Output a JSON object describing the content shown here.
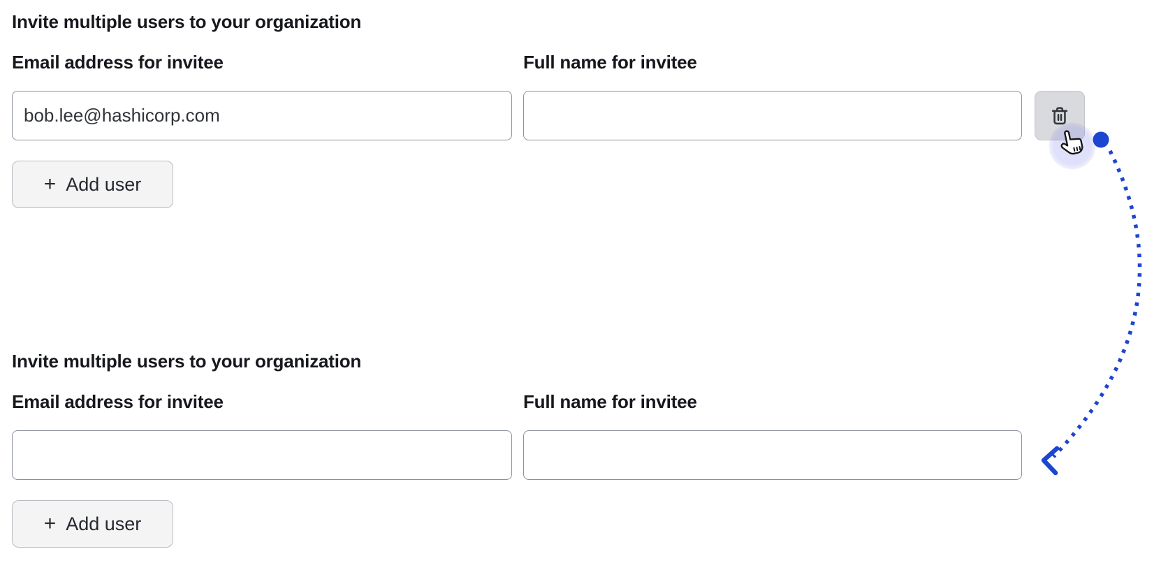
{
  "colors": {
    "annotation_blue": "#1c45d2",
    "text_primary": "#16181d",
    "input_text": "#303338",
    "input_border": "#8c919d",
    "button_bg": "#f4f4f5",
    "button_border": "#b9bcc3",
    "delete_button_bg": "#d9dade",
    "delete_button_border": "#c2c4ca"
  },
  "sections": [
    {
      "heading": "Invite multiple users to your organization",
      "email_label": "Email address for invitee",
      "email_value": "bob.lee@hashicorp.com",
      "name_label": "Full name for invitee",
      "name_value": "",
      "plus_glyph": "+",
      "add_user_label": "Add user",
      "delete_icon": "trash-icon"
    },
    {
      "heading": "Invite multiple users to your organization",
      "email_label": "Email address for invitee",
      "email_value": "",
      "name_label": "Full name for invitee",
      "name_value": "",
      "plus_glyph": "+",
      "add_user_label": "Add user"
    }
  ],
  "annotation": {
    "cursor_icon": "pointer-hand-cursor",
    "indicator": "click-indicator-dot",
    "path_style": "dotted-curved-arrow"
  }
}
